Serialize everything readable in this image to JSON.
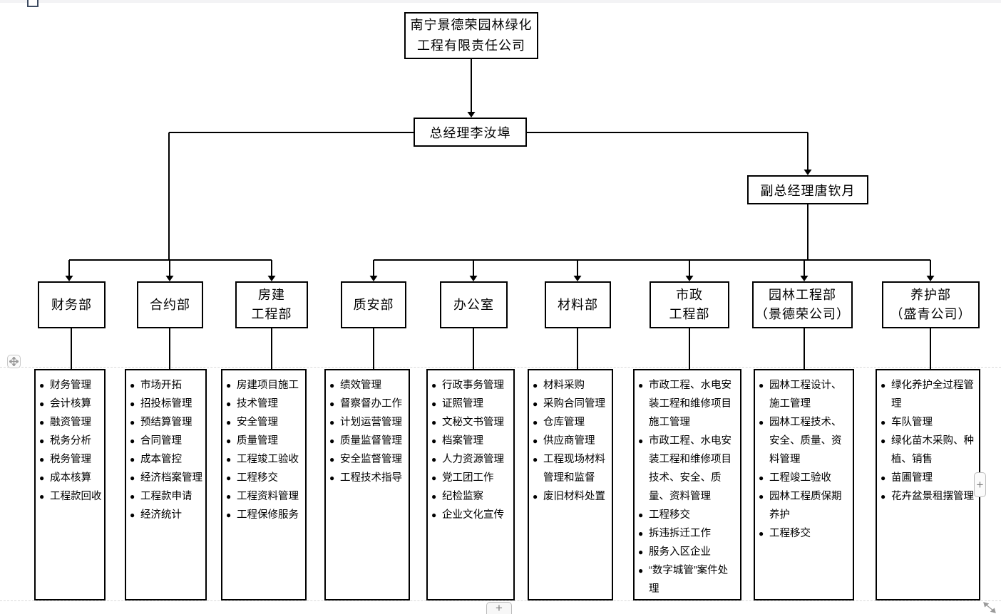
{
  "company": {
    "line1": "南宁景德荣园林绿化",
    "line2": "工程有限责任公司"
  },
  "general_manager": "总经理李汝埠",
  "deputy_general_manager": "副总经理唐钦月",
  "departments": [
    {
      "id": "finance",
      "name_lines": [
        "财务部"
      ],
      "items": [
        "财务管理",
        "会计核算",
        "融资管理",
        "税务分析",
        "税务管理",
        "成本核算",
        "工程款回收"
      ]
    },
    {
      "id": "contract",
      "name_lines": [
        "合约部"
      ],
      "items": [
        "市场开拓",
        "招投标管理",
        "预结算管理",
        "合同管理",
        "成本管控",
        "经济档案管理",
        "工程款申请",
        "经济统计"
      ]
    },
    {
      "id": "housing-engineering",
      "name_lines": [
        "房建",
        "工程部"
      ],
      "items": [
        "房建项目施工",
        "技术管理",
        "安全管理",
        "质量管理",
        "工程竣工验收",
        "工程移交",
        "工程资料管理",
        "工程保修服务"
      ]
    },
    {
      "id": "quality-safety",
      "name_lines": [
        "质安部"
      ],
      "items": [
        "绩效管理",
        "督察督办工作",
        "计划运营管理",
        "质量监督管理",
        "安全监督管理",
        "工程技术指导"
      ]
    },
    {
      "id": "office",
      "name_lines": [
        "办公室"
      ],
      "items": [
        "行政事务管理",
        "证照管理",
        "文秘文书管理",
        "档案管理",
        "人力资源管理",
        "党工团工作",
        "纪检监察",
        "企业文化宣传"
      ]
    },
    {
      "id": "materials",
      "name_lines": [
        "材料部"
      ],
      "items": [
        "材料采购",
        "采购合同管理",
        "仓库管理",
        "供应商管理",
        "工程现场材料管理和监督",
        "废旧材料处置"
      ]
    },
    {
      "id": "municipal-engineering",
      "name_lines": [
        "市政",
        "工程部"
      ],
      "items": [
        "市政工程、水电安装工程和维修项目施工管理",
        "市政工程、水电安装工程和维修项目技术、安全、质量、资料管理",
        "工程移交",
        "拆违拆迁工作",
        "服务入区企业",
        "“数字城管”案件处理"
      ]
    },
    {
      "id": "landscape-engineering",
      "name_lines": [
        "园林工程部",
        "（景德荣公司）"
      ],
      "items": [
        "园林工程设计、施工管理",
        "园林工程技术、安全、质量、资料管理",
        "工程竣工验收",
        "园林工程质保期养护",
        "工程移交"
      ]
    },
    {
      "id": "maintenance",
      "name_lines": [
        "养护部",
        "（盛青公司）"
      ],
      "items": [
        "绿化养护全过程管理",
        "车队管理",
        "绿化苗木采购、种植、销售",
        "苗圃管理",
        "花卉盆景租摆管理"
      ]
    }
  ],
  "controls": {
    "bullet": "●",
    "add_row_button": "+",
    "add_column_button": "+"
  },
  "colors": {
    "line": "#000000",
    "background": "#ffffff",
    "chrome": "#f3f3f5",
    "dashed_guide": "#d8d8d8"
  }
}
